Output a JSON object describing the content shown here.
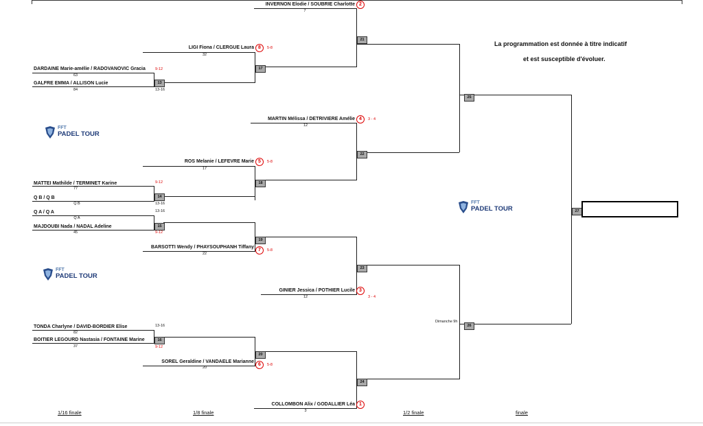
{
  "notice": {
    "line1": "La programmation est donnée à titre indicatif",
    "line2": "et est susceptible d'évoluer."
  },
  "logo": {
    "brand_top": "FFT",
    "brand_bottom": "PADEL TOUR"
  },
  "rounds": {
    "r16": "1/16 finale",
    "r8": "1/8 finale",
    "r2": "1/2 finale",
    "final": "finale"
  },
  "teams": {
    "t1": {
      "name": "INVERNON Elodie / SOUBRIE Charlotte",
      "rank": "7",
      "seed": "2"
    },
    "t2": {
      "name": "LIGI Fiona / CLERGUE Laura",
      "rank": "32",
      "seed": "8",
      "seed_range": "5-8"
    },
    "t3": {
      "name": "DARDAINE Marie-amélie / RADOVANOVIC Gracia",
      "rank": "63",
      "range": "9-12"
    },
    "t4": {
      "name": "GALFRE EMMA / ALLISON Lucie",
      "rank": "84",
      "range": "13-16"
    },
    "t5": {
      "name": "MARTIN Mélissa / DETRIVIERE Amélie",
      "rank": "12",
      "seed": "4",
      "seed_range": "3 - 4"
    },
    "t6": {
      "name": "ROS Melanie / LEFEVRE Marie",
      "rank": "17",
      "seed": "5",
      "seed_range": "5-8"
    },
    "t7": {
      "name": "MATTEI Mathilde / TERMINET Karine",
      "rank": "77",
      "range": "9-12"
    },
    "t8": {
      "name": "Q B / Q B",
      "rank": "Q B",
      "range": "13-16"
    },
    "t9": {
      "name": "Q A / Q A",
      "rank": "Q A",
      "range": "13-16"
    },
    "t10": {
      "name": "MAJDOUBI Nada / NADAL Adeline",
      "rank": "45",
      "range": "9-12"
    },
    "t11": {
      "name": "BARSOTTI Wendy / PHAYSOUPHANH Tiffany",
      "rank": "22",
      "seed": "7",
      "seed_range": "5-8"
    },
    "t12": {
      "name": "GINIER Jessica / POTHIER Lucile",
      "rank": "12",
      "seed": "3",
      "seed_range": "3 - 4"
    },
    "t13": {
      "name": "TONDA Charlyne / DAVID-BORDIER Elise",
      "rank": "82",
      "range": "13-16"
    },
    "t14": {
      "name": "BOITIER LEGOURD Nastasia / FONTAINE Marine",
      "rank": "37",
      "range": "9-12"
    },
    "t15": {
      "name": "SOREL Geraldine / VANDAELE Marianne",
      "rank": "20",
      "seed": "6",
      "seed_range": "5-8"
    },
    "t16": {
      "name": "COLLOMBON Alix / GODALLIER Léa",
      "rank": "3",
      "seed": "1"
    }
  },
  "matches": {
    "m13": "13",
    "m14": "14",
    "m15": "15",
    "m16": "16",
    "m17": "17",
    "m18": "18",
    "m19": "19",
    "m20": "20",
    "m21": "21",
    "m22": "22",
    "m23": "23",
    "m24": "24",
    "m25": "25",
    "m26": "26",
    "m27": "27"
  },
  "schedule": {
    "m26_time": "Dimanche 9h"
  }
}
